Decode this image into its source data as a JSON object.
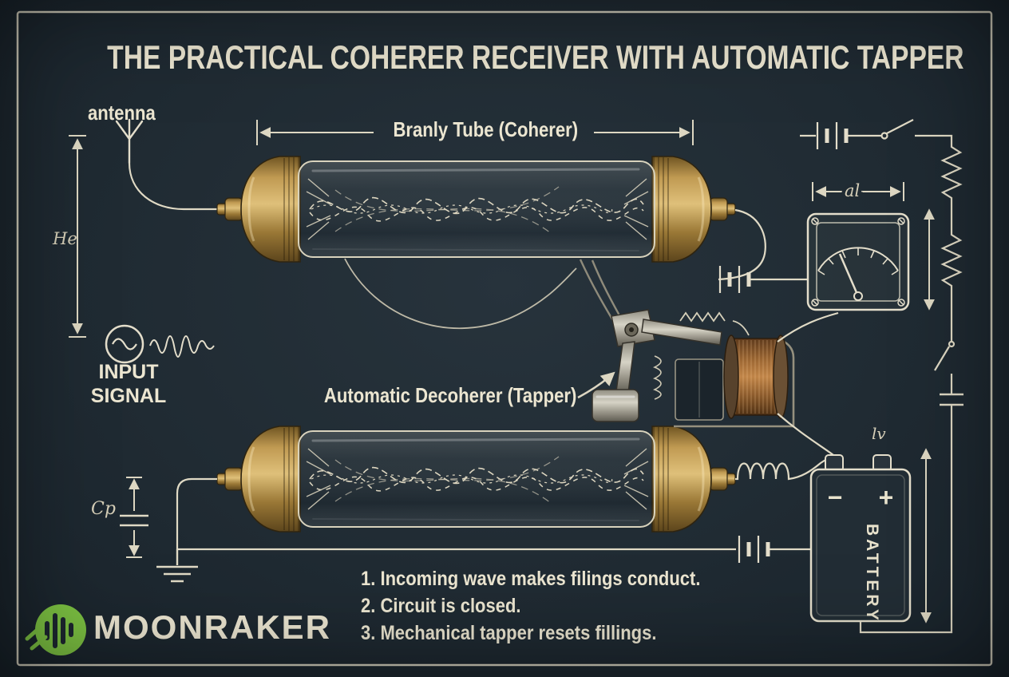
{
  "palette": {
    "background": "#202b33",
    "ink": "#ece6d1",
    "line": "#e0dac5",
    "brass": "#c09a52",
    "copper": "#a06a35",
    "logo_green": "#7cc142"
  },
  "title": "THE PRACTICAL COHERER RECEIVER WITH AUTOMATIC TAPPER",
  "labels": {
    "antenna": "antenna",
    "branly_tube": "Branly Tube (Coherer)",
    "input_line1": "INPUT",
    "input_line2": "SIGNAL",
    "decoherer": "Automatic Decoherer (Tapper)",
    "battery_vertical": "BATTERY",
    "battery_minus": "−",
    "battery_plus": "+"
  },
  "annotations": {
    "left_height": "He",
    "meter_width": "al",
    "right_mid": "lv",
    "capacitor": "Cp"
  },
  "notes": [
    "1. Incoming wave makes filings conduct.",
    "2. Circuit is closed.",
    "3. Mechanical tapper resets fillings."
  ],
  "brand": {
    "name": "MOONRAKER"
  }
}
